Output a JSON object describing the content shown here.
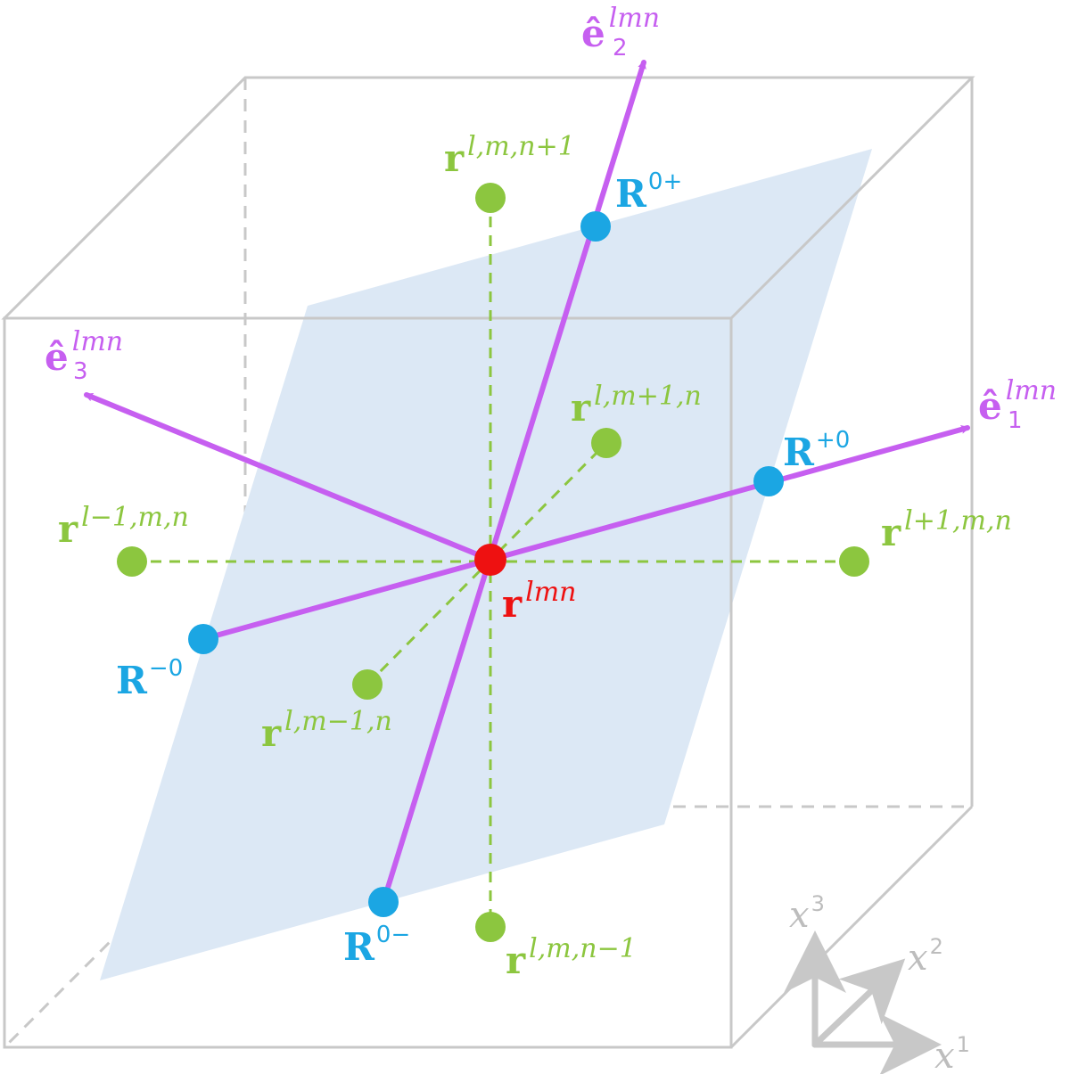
{
  "colors": {
    "neighbor": "#8cc63f",
    "facepoint": "#1ba6e3",
    "center": "#ee1111",
    "basis": "#c65ff0",
    "plane": "#dce8f5",
    "box": "#c8c8c8"
  },
  "labels": {
    "center": {
      "base": "r",
      "sup": "lmn"
    },
    "n_up": {
      "base": "r",
      "sup": "l,m,n+1"
    },
    "n_down": {
      "base": "r",
      "sup": "l,m,n−1"
    },
    "m_up": {
      "base": "r",
      "sup": "l,m+1,n"
    },
    "m_down": {
      "base": "r",
      "sup": "l,m−1,n"
    },
    "l_up": {
      "base": "r",
      "sup": "l+1,m,n"
    },
    "l_down": {
      "base": "r",
      "sup": "l−1,m,n"
    },
    "R_0plus": {
      "base": "R",
      "sup": "0+"
    },
    "R_0minus": {
      "base": "R",
      "sup": "0−"
    },
    "R_plus0": {
      "base": "R",
      "sup": "+0"
    },
    "R_minus0": {
      "base": "R",
      "sup": "−0"
    },
    "e1": {
      "base": "ê",
      "sub": "1",
      "sup": "lmn"
    },
    "e2": {
      "base": "ê",
      "sub": "2",
      "sup": "lmn"
    },
    "e3": {
      "base": "ê",
      "sub": "3",
      "sup": "lmn"
    }
  },
  "axes": {
    "x1": {
      "base": "x",
      "sup": "1"
    },
    "x2": {
      "base": "x",
      "sup": "2"
    },
    "x3": {
      "base": "x",
      "sup": "3"
    }
  }
}
